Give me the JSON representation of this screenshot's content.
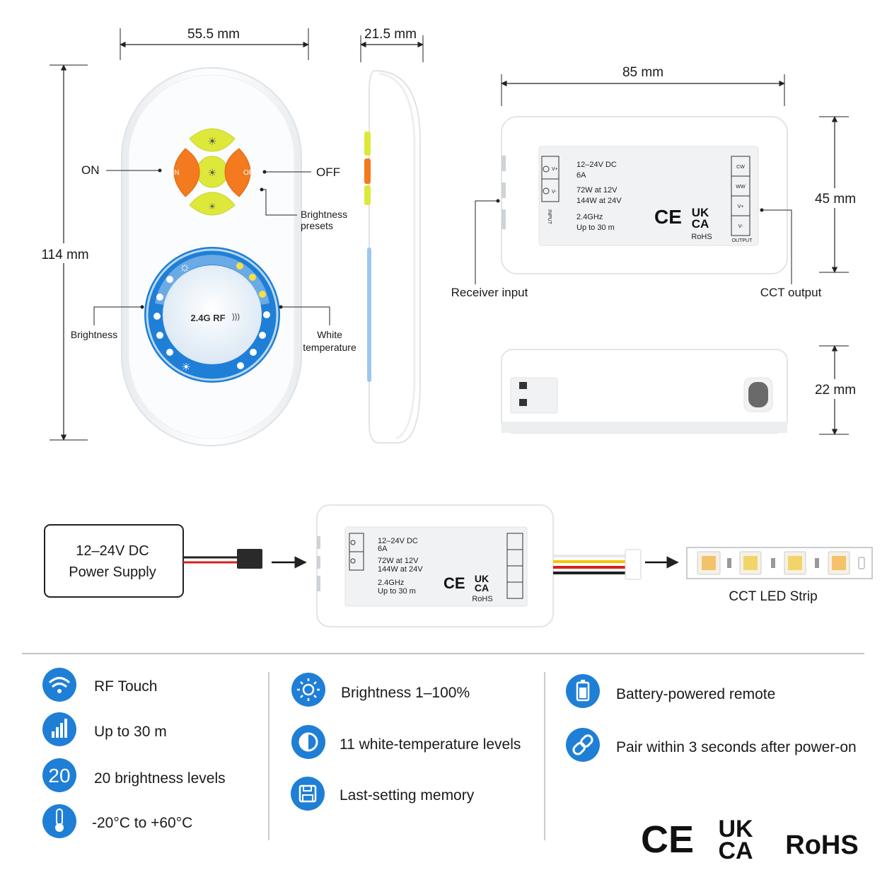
{
  "dimensions": {
    "remote_width": "55.5 mm",
    "remote_depth": "21.5 mm",
    "remote_height": "114 mm",
    "receiver_length": "85 mm",
    "receiver_width": "45 mm",
    "receiver_height": "22 mm"
  },
  "remote": {
    "on_label": "ON",
    "off_label": "OFF",
    "presets_label_1": "Brightness",
    "presets_label_2": "presets",
    "brightness_label": "Brightness",
    "white_temp_label_1": "White",
    "white_temp_label_2": "temperature",
    "center_logo": "2.4G RF",
    "btn_on": "ON",
    "btn_off": "OFF"
  },
  "receiver_label": {
    "line1": "12–24V DC",
    "line2": "6A",
    "line3": "72W at 12V",
    "line4": "144W at 24V",
    "line5": "2.4GHz",
    "line6": "Up to 30 m",
    "input_text": "INPUT",
    "output_text": "OUTPUT",
    "in_vplus": "V+",
    "in_vminus": "V-",
    "out_terminals": [
      "CW",
      "WW",
      "V+",
      "V-"
    ],
    "ce": "CE",
    "ukca_1": "UK",
    "ukca_2": "CA",
    "rohs": "RoHS"
  },
  "callouts": {
    "receiver_input": "Receiver input",
    "cct_output": "CCT output"
  },
  "wiring": {
    "power_supply_1": "12–24V DC",
    "power_supply_2": "Power Supply",
    "strip_label": "CCT LED Strip"
  },
  "features": {
    "col1": [
      {
        "icon": "wifi-icon",
        "text": "RF Touch"
      },
      {
        "icon": "signal-bars-icon",
        "text": "Up to 30 m"
      },
      {
        "icon": "number-20-icon",
        "badge": "20",
        "text": "20 brightness levels"
      },
      {
        "icon": "thermometer-icon",
        "text": "-20°C to +60°C"
      }
    ],
    "col2": [
      {
        "icon": "sun-icon",
        "text": "Brightness 1–100%"
      },
      {
        "icon": "half-circle-icon",
        "text": "11 white-temperature levels"
      },
      {
        "icon": "floppy-disk-icon",
        "text": "Last-setting memory"
      }
    ],
    "col3": [
      {
        "icon": "battery-icon",
        "text": "Battery-powered remote"
      },
      {
        "icon": "link-icon",
        "text": "Pair within 3 seconds after power-on"
      }
    ]
  },
  "certifications": {
    "ce": "CE",
    "ukca_1": "UK",
    "ukca_2": "CA",
    "rohs": "RoHS"
  },
  "colors": {
    "accent_blue": "#1f7fd6",
    "orange": "#f47a1f",
    "lime": "#dff03a",
    "wire_red": "#d62020",
    "wire_yellow": "#f5c400",
    "wire_orange": "#f08a1c"
  }
}
